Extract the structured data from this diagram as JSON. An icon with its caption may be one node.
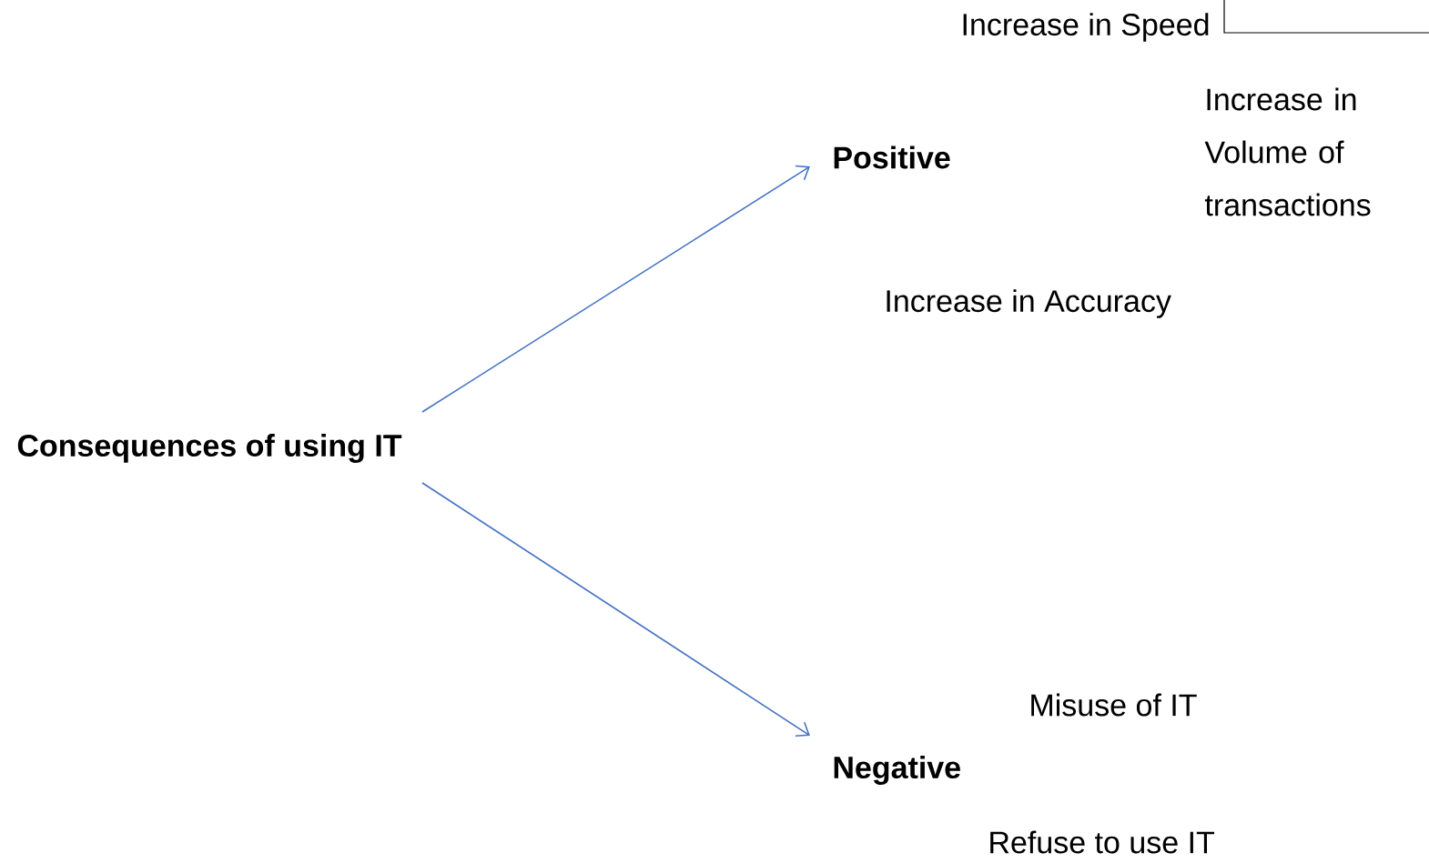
{
  "diagram": {
    "nodes": [
      {
        "text": [
          "Consequences of using IT"
        ]
      },
      {
        "text": [
          "Positive"
        ]
      },
      {
        "text": [
          "Negative"
        ]
      }
    ],
    "edges": [
      {
        "from": 0,
        "to": 1,
        "arrow": "to",
        "color": "#4472c4"
      },
      {
        "from": 0,
        "to": 2,
        "arrow": "to",
        "color": "#4472c4"
      }
    ],
    "labels": [
      "Increase in Speed",
      "Increase in Volume of transactions",
      "Increase in Accuracy",
      "Misuse of IT",
      "Refuse to use IT"
    ]
  }
}
